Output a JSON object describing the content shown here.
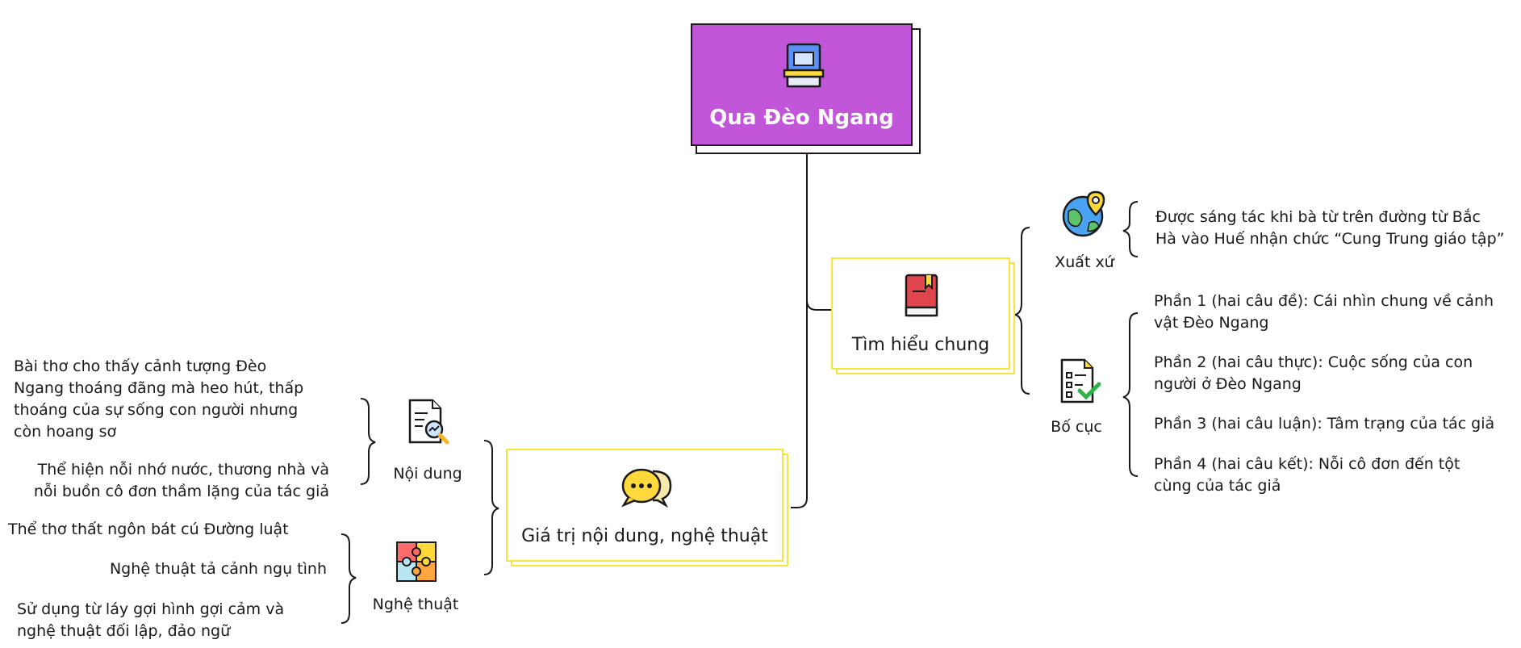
{
  "root": {
    "title": "Qua Đèo Ngang",
    "icon": "book-icon"
  },
  "branches": {
    "general": {
      "label": "Tìm hiểu chung",
      "icon": "red-book-icon",
      "children": {
        "origin": {
          "label": "Xuất xứ",
          "icon": "globe-location-icon",
          "items": [
            "Được sáng tác khi bà từ trên đường từ Bắc\nHà vào Huế nhận chức “Cung Trung giáo tập”"
          ]
        },
        "layout": {
          "label": "Bố cục",
          "icon": "checklist-icon",
          "items": [
            "Phần 1 (hai câu đề): Cái nhìn chung về cảnh\nvật Đèo Ngang",
            "Phần 2 (hai câu thực): Cuộc sống của con\nngười ở Đèo Ngang",
            "Phần 3 (hai câu luận): Tâm trạng của tác giả",
            "Phần 4 (hai câu kết): Nỗi cô đơn đến tột\ncùng của tác giả"
          ]
        }
      }
    },
    "values": {
      "label": "Giá trị nội dung, nghệ thuật",
      "icon": "chat-bubbles-icon",
      "children": {
        "content": {
          "label": "Nội dung",
          "icon": "document-analysis-icon",
          "items": [
            "Bài thơ cho thấy cảnh tượng Đèo\nNgang thoáng đãng mà heo hút, thấp\nthoáng của sự sống con người nhưng\ncòn hoang sơ",
            "Thể hiện nỗi nhớ nước, thương nhà và\nnỗi buồn cô đơn thầm lặng của tác giả"
          ]
        },
        "art": {
          "label": "Nghệ thuật",
          "icon": "puzzle-icon",
          "items": [
            "Thể thơ thất ngôn bát cú Đường luật",
            "Nghệ thuật tả cảnh ngụ tình",
            "Sử dụng từ láy gợi hình gợi cảm và\nnghệ thuật đối lập, đảo ngữ"
          ]
        }
      }
    }
  },
  "colors": {
    "root_fill": "#c157d8",
    "card_border": "#f5e63c",
    "line": "#1a1a1a"
  }
}
